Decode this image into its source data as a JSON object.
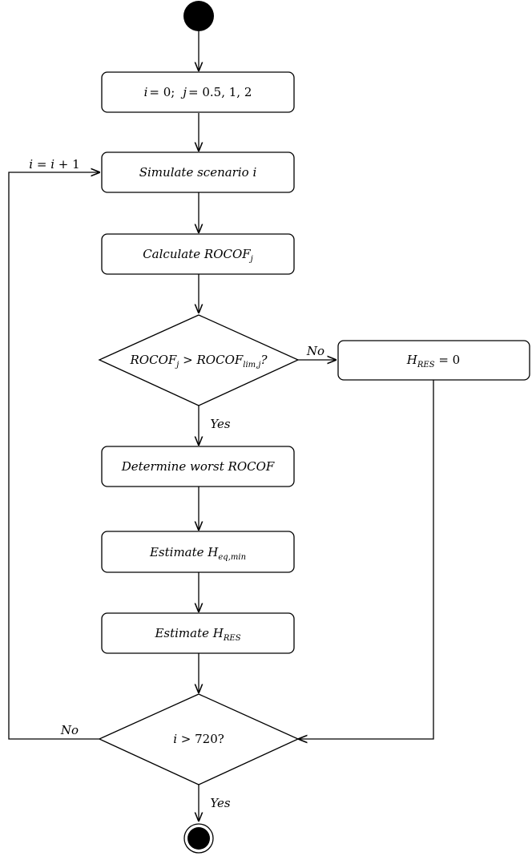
{
  "nodes": {
    "init": {
      "i": "i",
      "eq1": "= 0;",
      "j": "j",
      "eq2": "= 0.5, 1, 2"
    },
    "simulate": "Simulate  scenario  i",
    "calc": {
      "main": "Calculate  ROCOF",
      "sub": "j"
    },
    "decision1": {
      "a": "ROCOF",
      "a_sub": "j",
      "gt": " > ROCOF",
      "b_sub": "lim,j",
      "q": "?"
    },
    "hres_zero": {
      "h": "H",
      "sub": "RES",
      "rest": " = 0"
    },
    "worst": "Determine  worst  ROCOF",
    "heq": {
      "main": "Estimate  H",
      "sub": "eq,min"
    },
    "hres": {
      "main": "Estimate  H",
      "sub": "RES"
    },
    "decision2": {
      "i": "i",
      "rest": " > 720?"
    }
  },
  "edges": {
    "loop_label": {
      "i": "i",
      "eq": " = ",
      "i2": "i",
      "plus": " + 1"
    },
    "no1": "No",
    "yes1": "Yes",
    "no2": "No",
    "yes2": "Yes"
  }
}
